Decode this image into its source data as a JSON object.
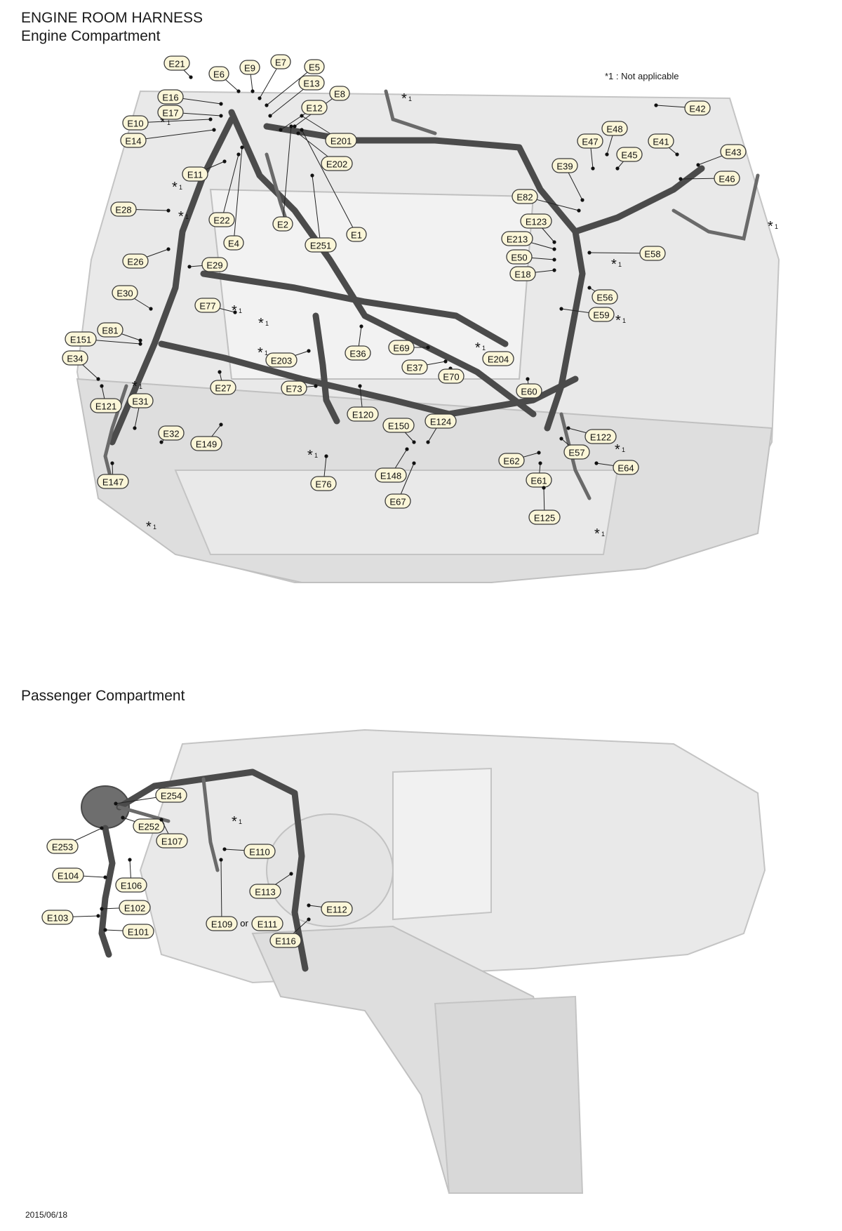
{
  "titles": {
    "main": "ENGINE ROOM HARNESS",
    "engine": "Engine Compartment",
    "passenger": "Passenger Compartment"
  },
  "note": {
    "symbol": "*1",
    "text": ": Not applicable"
  },
  "footer": {
    "date": "2015/06/18"
  },
  "engine_labels": [
    "E21",
    "E6",
    "E9",
    "E7",
    "E5",
    "E13",
    "E8",
    "E12",
    "E16",
    "E17",
    "E10",
    "E14",
    "E201",
    "E202",
    "E11",
    "E28",
    "E22",
    "E2",
    "E4",
    "E251",
    "E1",
    "E26",
    "E29",
    "E30",
    "E77",
    "E81",
    "E151",
    "E34",
    "E27",
    "E203",
    "E73",
    "E36",
    "E69",
    "E37",
    "E70",
    "E204",
    "E120",
    "E121",
    "E31",
    "E32",
    "E149",
    "E147",
    "E76",
    "E150",
    "E124",
    "E148",
    "E67",
    "E42",
    "E48",
    "E47",
    "E41",
    "E43",
    "E45",
    "E39",
    "E46",
    "E82",
    "E123",
    "E213",
    "E50",
    "E18",
    "E58",
    "E56",
    "E59",
    "E60",
    "E122",
    "E57",
    "E62",
    "E61",
    "E64",
    "E125"
  ],
  "passenger_labels": [
    "E254",
    "E252",
    "E253",
    "E107",
    "E110",
    "E104",
    "E106",
    "E113",
    "E102",
    "E112",
    "E103",
    "E109",
    "E111",
    "E101",
    "E116"
  ],
  "connector_word": "or"
}
